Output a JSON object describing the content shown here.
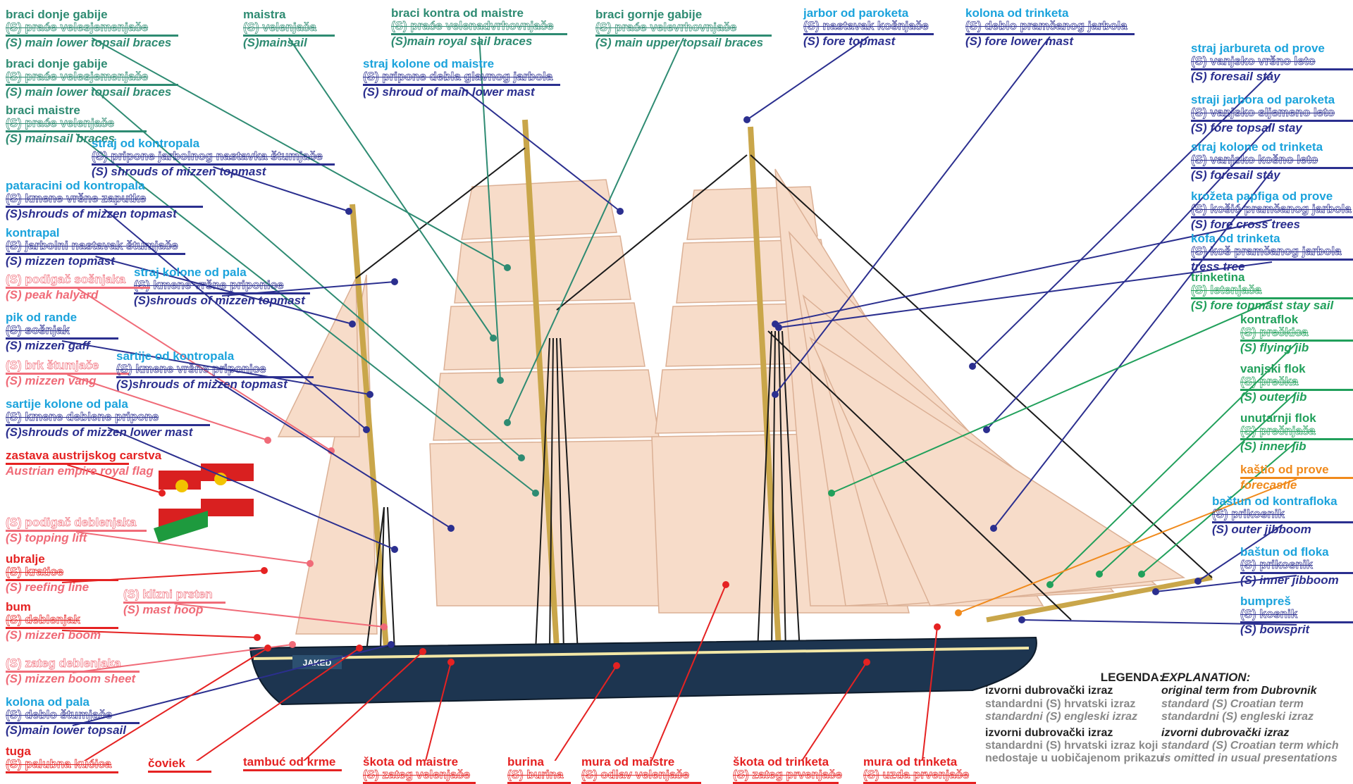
{
  "colors": {
    "teal": "#2e8b72",
    "navy": "#2b2f8f",
    "cyan": "#1ba3dc",
    "red": "#e52222",
    "pink": "#f06b78",
    "green": "#21a05b",
    "orange": "#f08a1c",
    "sail": "#f7d9c4",
    "hull": "#1d3550"
  },
  "labels": [
    {
      "id": "lower-topsail-braces-1",
      "c": "teal",
      "t": "braci donje gabije",
      "s": "(S) praće velesjemenjače",
      "e": "(S) main lower topsail braces"
    },
    {
      "id": "mainsail-1",
      "c": "teal",
      "t": "maistra",
      "s": "(S) velenjača",
      "e": "(S)mainsail"
    },
    {
      "id": "main-royal-braces",
      "c": "teal",
      "t": "braci kontra od maistre",
      "s": "(S) praće velenadvrhovnjače",
      "e": "(S)main royal sail braces"
    },
    {
      "id": "main-upper-topsail-braces",
      "c": "teal",
      "t": "braci gornje gabije",
      "s": "(S) praće velevrhovnjače",
      "e": "(S)  main upper topsail braces"
    },
    {
      "id": "fore-topmast",
      "c": "navy",
      "t": "jarbor od paroketa",
      "s": "(S) nastavak košnjače",
      "e": "(S) fore topmast",
      "tc": "cyan"
    },
    {
      "id": "fore-lower-mast",
      "c": "navy",
      "t": "kolona od trinketa",
      "s": "(S) deblo pramčanog jarbola",
      "e": "(S) fore lower mast",
      "tc": "cyan"
    },
    {
      "id": "lower-topsail-braces-2",
      "c": "teal",
      "t": "braci donje gabije",
      "s": "(S) praće velesjemenjače",
      "e": "(S) main lower topsail braces"
    },
    {
      "id": "shroud-main-lower-mast",
      "c": "navy",
      "t": "straj kolone od maistre",
      "s": "(S) pripone debla glavnog jarbola",
      "e": "(S)  shroud of main lower mast",
      "tc": "cyan"
    },
    {
      "id": "mainsail-braces",
      "c": "teal",
      "t": "braci maistre",
      "s": "(S) praće velenjače",
      "e": "(S) mainsail braces"
    },
    {
      "id": "foresail-stay",
      "c": "navy",
      "t": "straj jarbureta od prove",
      "s": "(S) vanjsko vršno leto",
      "e": "(S) foresail stay",
      "tc": "cyan"
    },
    {
      "id": "fore-topsail-stay",
      "c": "navy",
      "t": "straji jarbora od paroketa",
      "s": "(S) vanjsko sljemeno leto",
      "e": "(S) fore topsail stay",
      "tc": "cyan"
    },
    {
      "id": "mizzen-topmast-shrouds-1",
      "c": "navy",
      "t": "straj od kontropala",
      "s": "(S) pripone jarbolnog nastavka štumjače",
      "e": "(S)         shrouds of mizzen topmast",
      "tc": "cyan"
    },
    {
      "id": "foresail-stay-2",
      "c": "navy",
      "t": "straj kolone od trinketa",
      "s": "(S) vanjsko košno leto",
      "e": "(S) foresail stay",
      "tc": "cyan"
    },
    {
      "id": "mizzen-topmast-shrouds-2",
      "c": "navy",
      "t": "pataracini od kontropala",
      "s": "(S) kmene vršne zaputke",
      "e": "(S)shrouds of mizzen topmast",
      "tc": "cyan"
    },
    {
      "id": "fore-cross-trees",
      "c": "navy",
      "t": "krožeta papfiga od prove",
      "s": "(S) košić pramčanog jarbola",
      "e": "(S) fore cross trees",
      "tc": "cyan"
    },
    {
      "id": "mizzen-topmast",
      "c": "navy",
      "t": "kontrapal",
      "s": "(S) jarbolni nastavak štumjače",
      "e": "(S) mizzen topmast",
      "tc": "cyan"
    },
    {
      "id": "tress-tree",
      "c": "navy",
      "t": "kofa od trinketa",
      "s": "(S) koš pramčanog jarbola",
      "e": "tress tree",
      "tc": "cyan"
    },
    {
      "id": "mizzen-topmast-shrouds-3",
      "c": "navy",
      "t": "straj kolone od pala",
      "s": "(S) kmene vršne priponice",
      "e": "(S)shrouds of mizzen topmast",
      "tc": "cyan"
    },
    {
      "id": "fore-topmast-stay-sail",
      "c": "green",
      "t": "trinketina",
      "s": "(S) letenjača",
      "e": "(S) fore topmast stay sail"
    },
    {
      "id": "peak-halyard",
      "c": "pink",
      "t": "(S) podigač sošnjaka",
      "s": "",
      "e": "(S) peak halyard",
      "tc": "pink",
      "hollow": true
    },
    {
      "id": "mizzen-gaff",
      "c": "navy",
      "t": "pik od rande",
      "s": "(S) sošnjak",
      "e": "(S) mizzen gaff",
      "tc": "cyan"
    },
    {
      "id": "flying-jib",
      "c": "green",
      "t": "kontraflok",
      "s": "(S) prečkica",
      "e": "(S) flying jib"
    },
    {
      "id": "mizzen-vang",
      "c": "pink",
      "t": "(S) brk štumjače",
      "s": "",
      "e": "(S) mizzen vang",
      "tc": "pink",
      "hollow": true
    },
    {
      "id": "mizzen-topmast-shrouds-4",
      "c": "navy",
      "t": "sartije od kontropala",
      "s": "(S) kmene vršne priponice",
      "e": "(S)shrouds of mizzen topmast",
      "tc": "cyan"
    },
    {
      "id": "outer-jib",
      "c": "green",
      "t": "vanjski flok",
      "s": "(S) prečka",
      "e": "(S) outer jib"
    },
    {
      "id": "mizzen-lower-mast-shrouds",
      "c": "navy",
      "t": "sartije kolone od pala",
      "s": "(S) kmene deblene pripone",
      "e": "(S)shrouds of mizzen lower mast",
      "tc": "cyan"
    },
    {
      "id": "inner-jib",
      "c": "green",
      "t": "unutarnji flok",
      "s": "(S) prečnjača",
      "e": "(S) inner jib"
    },
    {
      "id": "austrian-flag",
      "c": "red",
      "t": "zastava austrijskog carstva",
      "s": "",
      "e": "Austrian empire royal flag",
      "tc": "red",
      "ec": "pink"
    },
    {
      "id": "forecastle",
      "c": "orange",
      "t": "kaštio od prove",
      "s": "",
      "e": "forecastle"
    },
    {
      "id": "outer-jibboom",
      "c": "navy",
      "t": "baštun od kontrafloka",
      "s": "(S) prikosnik",
      "e": "(S) outer jibboom",
      "tc": "cyan"
    },
    {
      "id": "topping-lift",
      "c": "pink",
      "t": "(S) podigač deblenjaka",
      "s": "",
      "e": "(S) topping lift",
      "tc": "pink",
      "hollow": true
    },
    {
      "id": "reefing-line",
      "c": "red",
      "t": "ubralje",
      "s": "(S) kratice",
      "e": "(S) reefing line",
      "ec": "pink"
    },
    {
      "id": "inner-jibboom",
      "c": "navy",
      "t": "baštun od floka",
      "s": "(S) prikosnik",
      "e": "(S) inner jibboom",
      "tc": "cyan"
    },
    {
      "id": "mast-hoop",
      "c": "pink",
      "t": "(S) klizni prsten",
      "s": "",
      "e": "(S) mast hoop",
      "tc": "pink",
      "hollow": true
    },
    {
      "id": "bowsprit",
      "c": "navy",
      "t": "bumpreš",
      "s": "(S) kosnik",
      "e": "(S) bowsprit",
      "tc": "cyan"
    },
    {
      "id": "mizzen-boom",
      "c": "red",
      "t": "bum",
      "s": "(S) deblenjak",
      "e": "(S) mizzen boom",
      "ec": "pink"
    },
    {
      "id": "mizzen-boom-sheet",
      "c": "pink",
      "t": "(S) zateg deblenjaka",
      "s": "",
      "e": "(S) mizzen boom sheet",
      "tc": "pink",
      "hollow": true
    },
    {
      "id": "main-lower-topsail",
      "c": "navy",
      "t": "kolona od pala",
      "s": "(S) deblo štumjače",
      "e": "(S)main lower topsail",
      "tc": "cyan"
    },
    {
      "id": "tuga",
      "c": "red",
      "t": "tuga",
      "s": "(S) palubna kućica",
      "e": "",
      "ec": "pink"
    },
    {
      "id": "coviek",
      "c": "red",
      "t": "čoviek",
      "s": "",
      "e": ""
    },
    {
      "id": "tambuc",
      "c": "red",
      "t": "tambuć od krme",
      "s": "",
      "e": ""
    },
    {
      "id": "skota-maistre",
      "c": "red",
      "t": "škota od maistre",
      "s": "(S) zateg velenjače",
      "e": ""
    },
    {
      "id": "burina",
      "c": "red",
      "t": "burina",
      "s": "(S) burina",
      "e": ""
    },
    {
      "id": "mura-maistre",
      "c": "red",
      "t": "mura od maistre",
      "s": "(S) odlav velenjače",
      "e": ""
    },
    {
      "id": "skota-trinketa",
      "c": "red",
      "t": "škota od trinketa",
      "s": "(S) zateg prvenjače",
      "e": ""
    },
    {
      "id": "mura-trinketa",
      "c": "red",
      "t": "mura od trinketa",
      "s": "(S) uzda prvenjače",
      "e": ""
    }
  ],
  "legend": {
    "title_hr": "LEGENDA:",
    "row1_hr": "izvorni dubrovački izraz",
    "row2_hr": "standardni (S) hrvatski izraz",
    "row3_hr": "standardni (S) engleski izraz",
    "row4_hr": "izvorni dubrovački izraz",
    "row5_hr": "standardni (S) hrvatski izraz koji",
    "row6_hr": "nedostaje u uobičajenom prikazu",
    "title_en": "EXPLANATION:",
    "row1_en": "original  term from Dubrovnik",
    "row2_en": "standard (S) Croatian term",
    "row3_en": "standardni (S) engleski izraz",
    "row4_en": "izvorni dubrovački izraz",
    "row5_en": "standard (S) Croatian term which",
    "row6_en": "is omitted in usual presentations"
  },
  "ship_name": "JAKED"
}
